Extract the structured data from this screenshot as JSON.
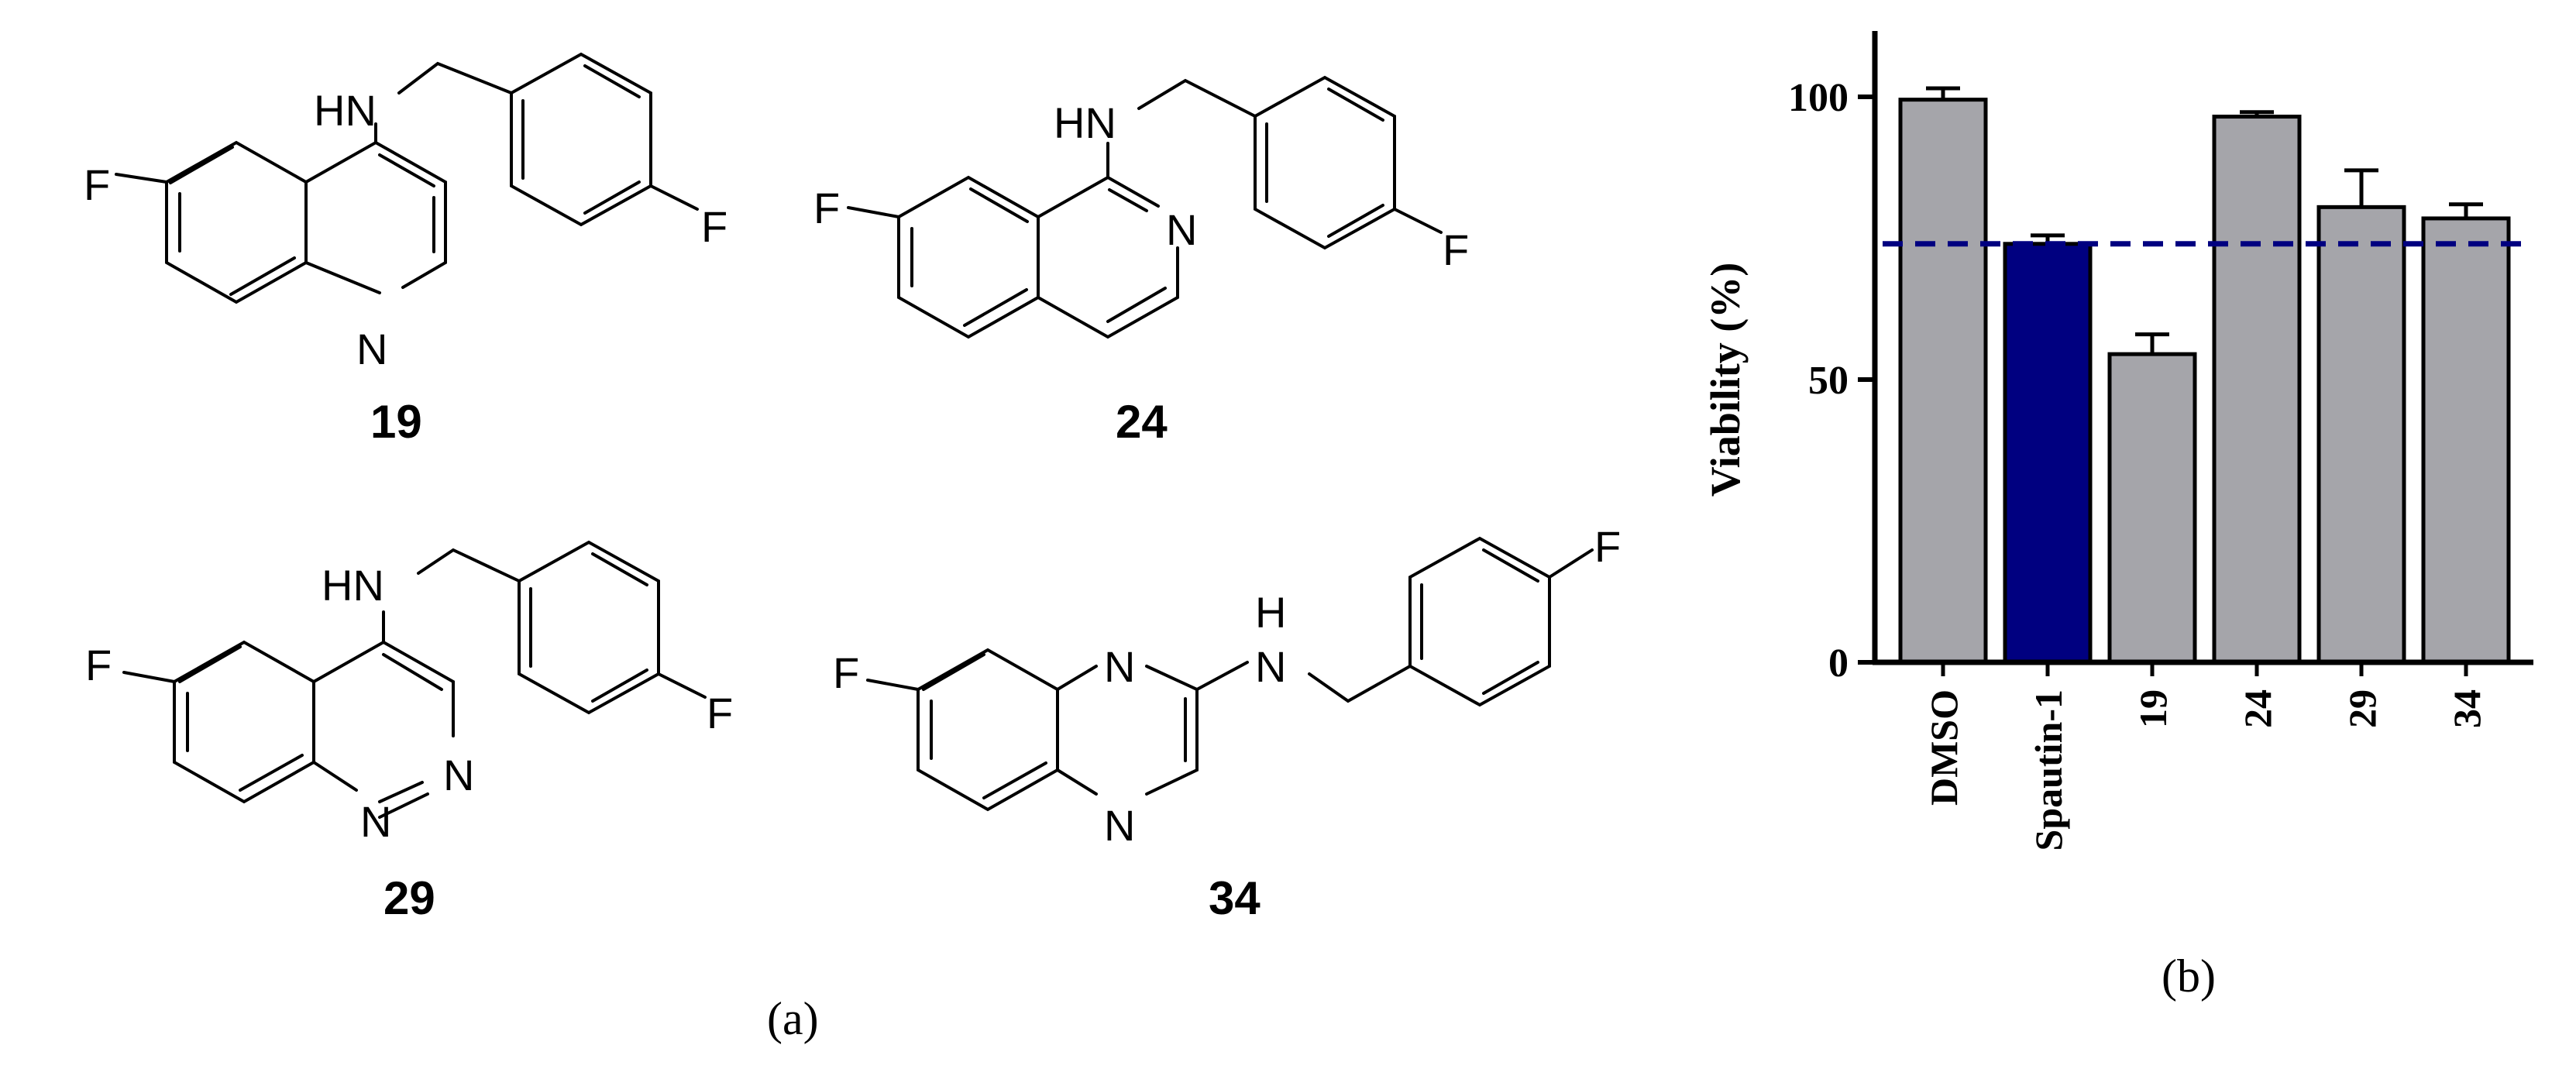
{
  "panels": {
    "a": "(a)",
    "b": "(b)"
  },
  "compounds": [
    {
      "id": "19",
      "atoms": {
        "nh": "HN",
        "f_left": "F",
        "f_right": "F",
        "n1": "N"
      }
    },
    {
      "id": "24",
      "atoms": {
        "nh": "HN",
        "f_left": "F",
        "f_right": "F",
        "n1": "N"
      }
    },
    {
      "id": "29",
      "atoms": {
        "nh": "HN",
        "f_left": "F",
        "f_right": "F",
        "n1": "N",
        "n2": "N"
      }
    },
    {
      "id": "34",
      "atoms": {
        "nh_h": "H",
        "nh_n": "N",
        "f_left": "F",
        "f_right": "F",
        "n1": "N",
        "n2": "N"
      }
    }
  ],
  "chart_data": {
    "type": "bar",
    "categories": [
      "DMSO",
      "Spautin-1",
      "19",
      "24",
      "29",
      "34"
    ],
    "values": [
      99.5,
      74,
      54.5,
      96.5,
      80.5,
      78.5
    ],
    "errors": [
      2,
      1.5,
      3.5,
      0.8,
      6.5,
      2.5
    ],
    "bar_colors": [
      "#a5a5aa",
      "#000080",
      "#a5a5aa",
      "#a5a5aa",
      "#a5a5aa",
      "#a5a5aa"
    ],
    "ylabel": "Viability (%)",
    "yticks": [
      0,
      50,
      100
    ],
    "ylim": [
      0,
      110
    ],
    "reference_line": {
      "value": 74,
      "color": "#000080",
      "style": "dashed"
    },
    "grid": false
  }
}
